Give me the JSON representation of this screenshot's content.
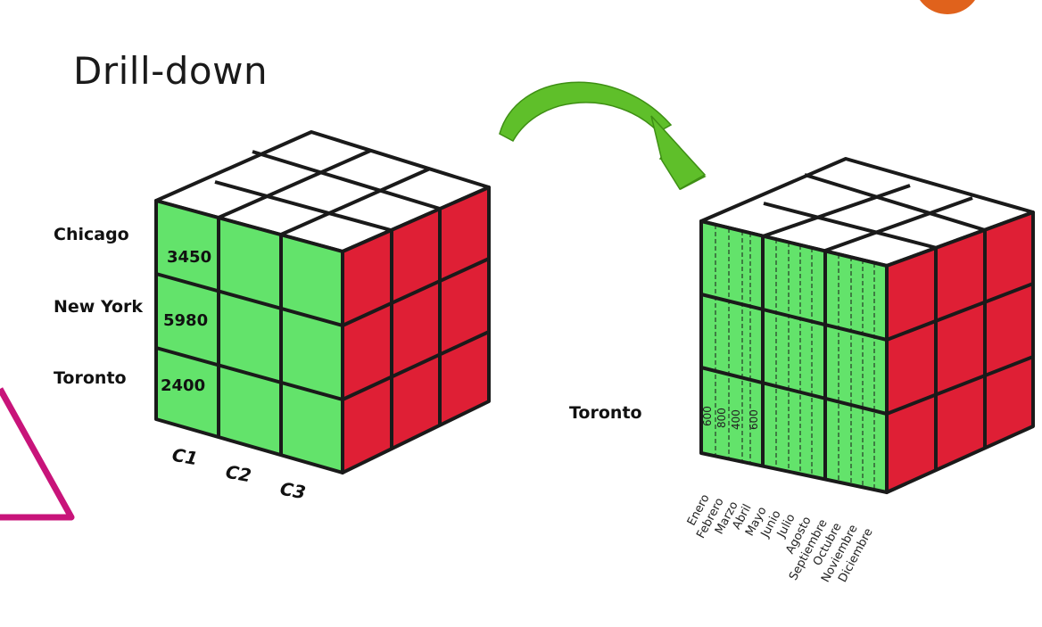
{
  "slide": {
    "title": "Drill-down"
  },
  "left_cube": {
    "rows": [
      {
        "label": "Chicago",
        "value": "3450"
      },
      {
        "label": "New York",
        "value": "5980"
      },
      {
        "label": "Toronto",
        "value": "2400"
      }
    ],
    "columns": [
      "C1",
      "C2",
      "C3"
    ]
  },
  "right_cube": {
    "row_label": "Toronto",
    "months": [
      "Enero",
      "Febrero",
      "Marzo",
      "Abril",
      "Mayo",
      "Junio",
      "Julio",
      "Agosto",
      "Septiembre",
      "Octubre",
      "Noviembre",
      "Diciembre"
    ],
    "values": [
      "600",
      "800",
      "400",
      "600"
    ]
  },
  "colors": {
    "front_face": "#63e36b",
    "side_face": "#df1f35",
    "top_face": "#ffffff",
    "arrow": "#5fbf2a",
    "triangle": "#c8147a",
    "corner_circle": "#e0621c"
  }
}
